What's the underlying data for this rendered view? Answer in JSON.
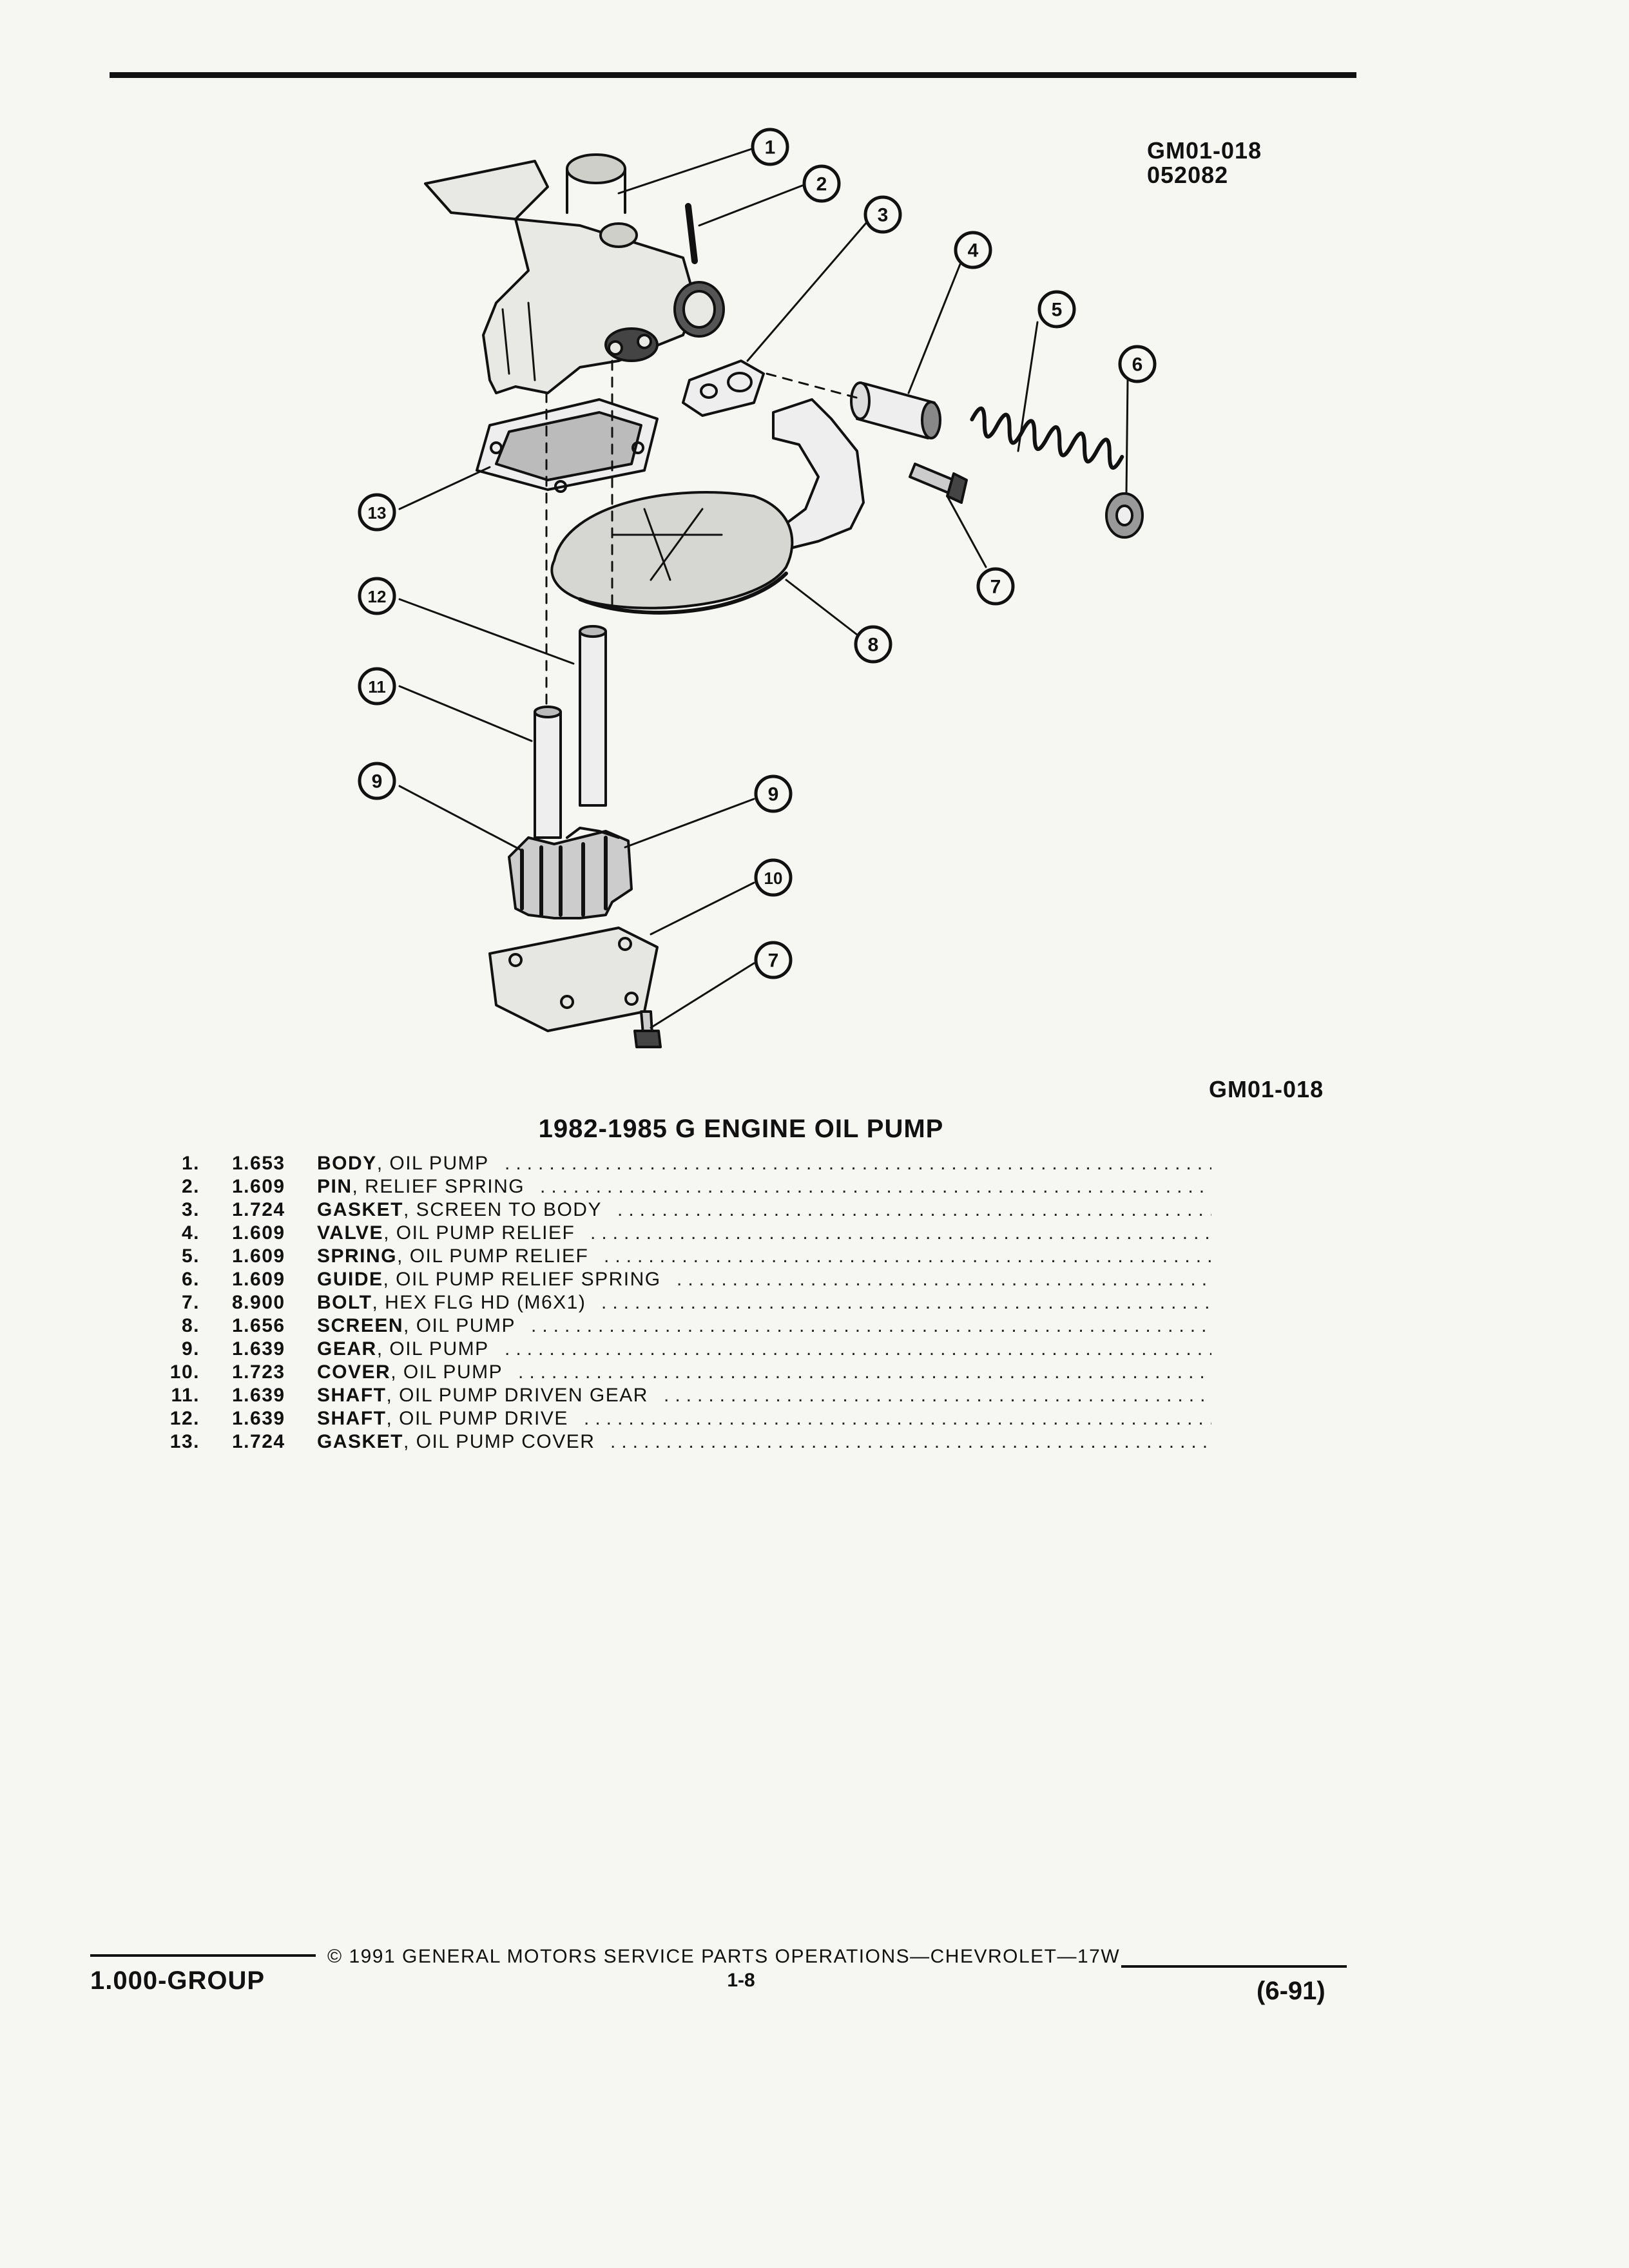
{
  "figure": {
    "id_top": "GM01-018",
    "date_code": "052082",
    "id_bottom": "GM01-018",
    "callouts": [
      "1",
      "2",
      "3",
      "4",
      "5",
      "6",
      "7",
      "8",
      "9",
      "10",
      "11",
      "12",
      "13"
    ]
  },
  "title": "1982-1985 G ENGINE OIL PUMP",
  "parts": [
    {
      "num": "1.",
      "code": "1.653",
      "name": "BODY",
      "desc": ", OIL PUMP"
    },
    {
      "num": "2.",
      "code": "1.609",
      "name": "PIN",
      "desc": ", RELIEF SPRING"
    },
    {
      "num": "3.",
      "code": "1.724",
      "name": "GASKET",
      "desc": ", SCREEN TO BODY"
    },
    {
      "num": "4.",
      "code": "1.609",
      "name": "VALVE",
      "desc": ", OIL PUMP RELIEF"
    },
    {
      "num": "5.",
      "code": "1.609",
      "name": "SPRING",
      "desc": ", OIL PUMP RELIEF"
    },
    {
      "num": "6.",
      "code": "1.609",
      "name": "GUIDE",
      "desc": ", OIL PUMP RELIEF SPRING"
    },
    {
      "num": "7.",
      "code": "8.900",
      "name": "BOLT",
      "desc": ", HEX FLG HD (M6X1)"
    },
    {
      "num": "8.",
      "code": "1.656",
      "name": "SCREEN",
      "desc": ", OIL PUMP"
    },
    {
      "num": "9.",
      "code": "1.639",
      "name": "GEAR",
      "desc": ", OIL PUMP"
    },
    {
      "num": "10.",
      "code": "1.723",
      "name": "COVER",
      "desc": ", OIL PUMP"
    },
    {
      "num": "11.",
      "code": "1.639",
      "name": "SHAFT",
      "desc": ", OIL PUMP DRIVEN GEAR"
    },
    {
      "num": "12.",
      "code": "1.639",
      "name": "SHAFT",
      "desc": ", OIL PUMP DRIVE"
    },
    {
      "num": "13.",
      "code": "1.724",
      "name": "GASKET",
      "desc": ", OIL PUMP COVER"
    }
  ],
  "footer": {
    "group": "1.000-GROUP",
    "copyright": "© 1991 GENERAL MOTORS SERVICE PARTS OPERATIONS—CHEVROLET—17W",
    "page": "1-8",
    "date": "(6-91)"
  }
}
